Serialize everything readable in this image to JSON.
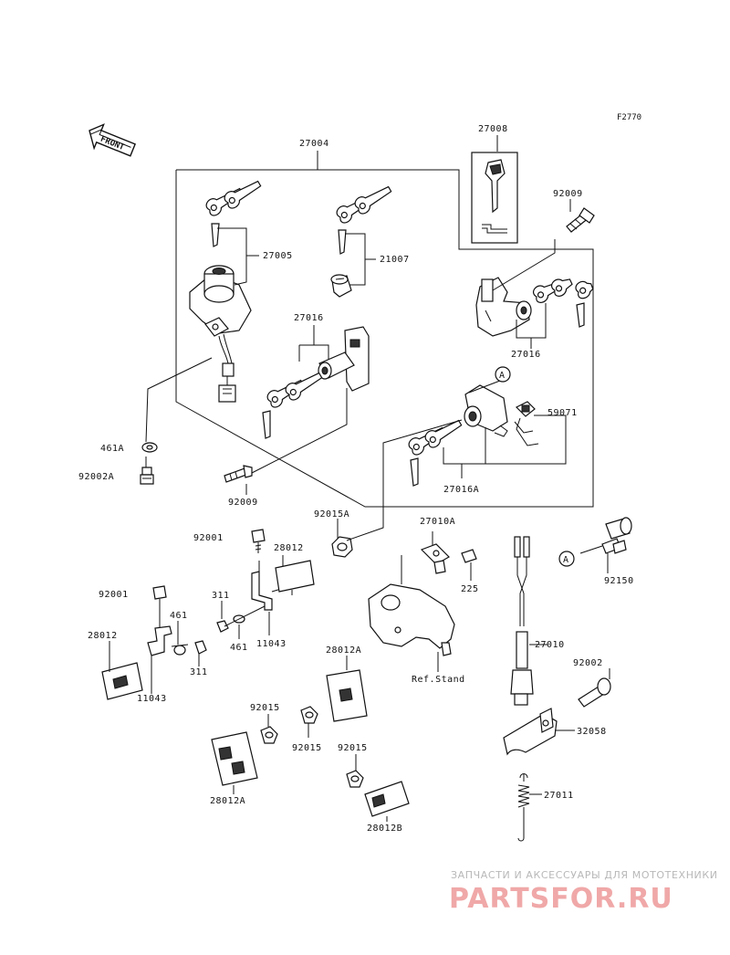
{
  "figure_id": "F2770",
  "front_label": "FRONT",
  "callouts": {
    "c27004": "27004",
    "c27008": "27008",
    "c92009_top": "92009",
    "c27005": "27005",
    "c21007": "21007",
    "c27016_mid": "27016",
    "c27016_right": "27016",
    "ref_a_1": "A",
    "c59071": "59071",
    "c461A": "461A",
    "c92002A": "92002A",
    "c27016A": "27016A",
    "c92009_mid": "92009",
    "c92015A": "92015A",
    "c27010A": "27010A",
    "c92001_a": "92001",
    "c28012_a": "28012",
    "c225": "225",
    "ref_a_2": "A",
    "c92150": "92150",
    "c92001_b": "92001",
    "c311_a": "311",
    "c461_a": "461",
    "c461_b": "461",
    "c11043_a": "11043",
    "c28012_b": "28012",
    "c311_b": "311",
    "c11043_b": "11043",
    "c27010": "27010",
    "c92002": "92002",
    "c28012A_a": "28012A",
    "ref_stand": "Ref.Stand",
    "c92015_a": "92015",
    "c92015_b": "92015",
    "c92015_c": "92015",
    "c32058": "32058",
    "c28012A_b": "28012A",
    "c27011": "27011",
    "c28012B": "28012B"
  },
  "watermark": {
    "caption": "ЗАПЧАСТИ И АКСЕССУАРЫ ДЛЯ МОТОТЕХНИКИ",
    "logo": "PARTSFOR.RU"
  },
  "colors": {
    "line": "#111111",
    "watermark_caption": "#b8b8b8",
    "watermark_logo": "#f0a8a8"
  }
}
